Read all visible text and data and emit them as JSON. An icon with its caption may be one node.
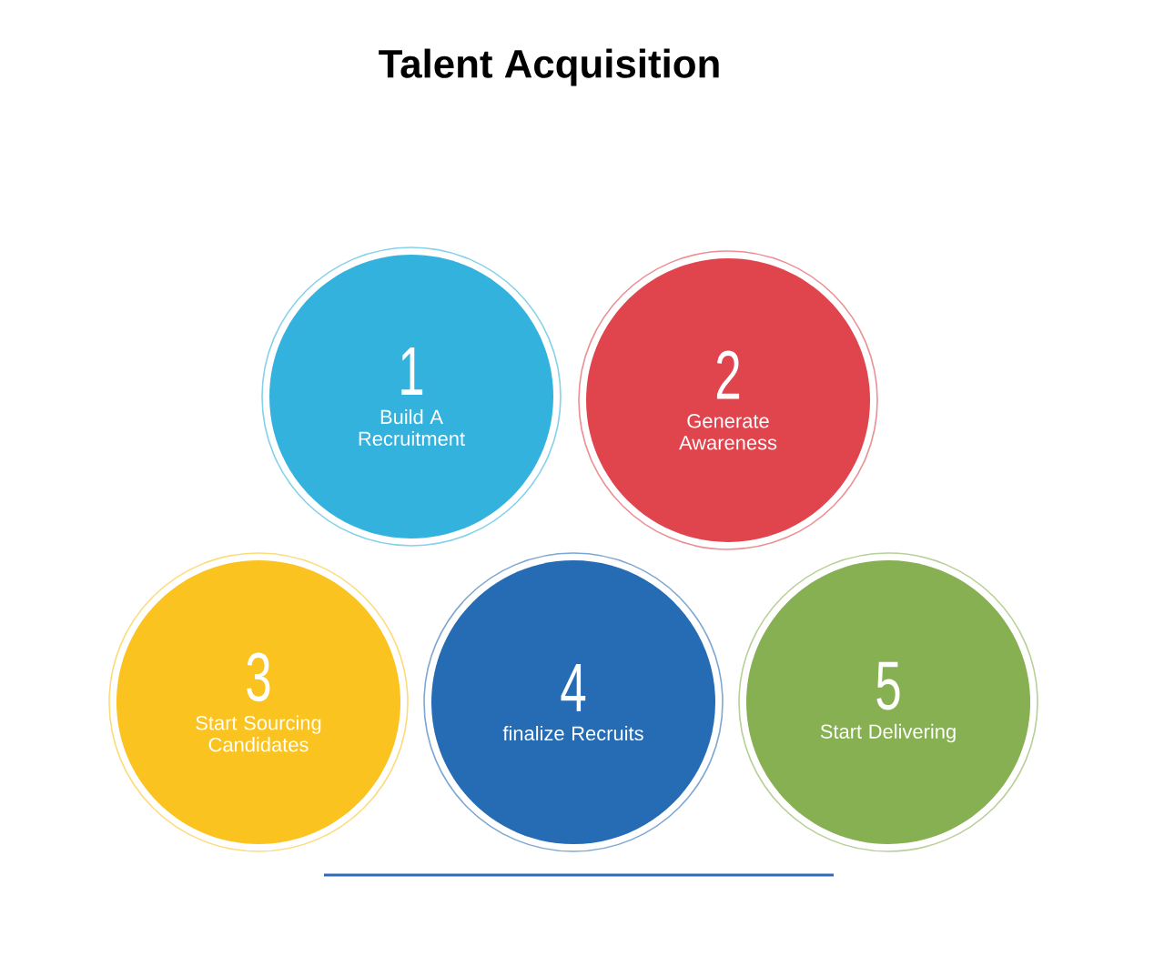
{
  "diagram": {
    "title": "Talent Acquisition",
    "nodes": [
      {
        "text": [
          "1",
          "Build A Recruitment"
        ]
      },
      {
        "text": [
          "2",
          "Generate Awareness"
        ]
      },
      {
        "text": [
          "3",
          "Start Sourcing Candidates"
        ]
      },
      {
        "text": [
          "4",
          "finalize Recruits"
        ]
      },
      {
        "text": [
          "5",
          "Start Delivering"
        ]
      }
    ]
  }
}
